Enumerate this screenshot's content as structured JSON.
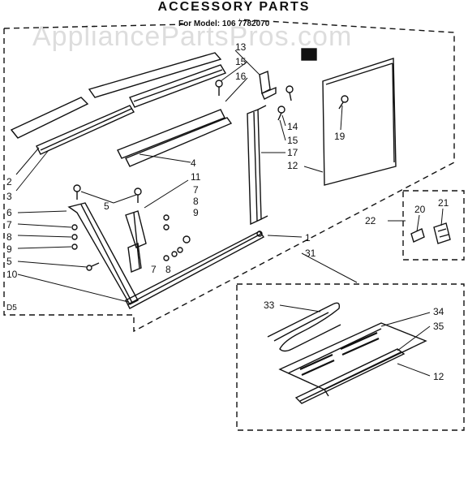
{
  "title": "ACCESSORY PARTS",
  "model": "For Model: 106 7782070",
  "watermark": "AppliancePartsPros.com",
  "corner_code": "D5",
  "callouts": {
    "c13": "13",
    "c15a": "15",
    "c16": "16",
    "c14": "14",
    "c15b": "15",
    "c17": "17",
    "c12a": "12",
    "c19": "19",
    "c2": "2",
    "c3": "3",
    "c4": "4",
    "c11": "11",
    "c7a": "7",
    "c8a": "8",
    "c9a": "9",
    "c5a": "5",
    "c6": "6",
    "c7b": "7",
    "c8b": "8",
    "c9b": "9",
    "c5b": "5",
    "c10": "10",
    "c7c": "7",
    "c8c": "8",
    "c1": "1",
    "c31": "31",
    "c22": "22",
    "c20": "20",
    "c21": "21",
    "c33": "33",
    "c34": "34",
    "c35": "35",
    "c12b": "12"
  },
  "colors": {
    "ink": "#111111",
    "watermark": "#b4b4b4"
  }
}
